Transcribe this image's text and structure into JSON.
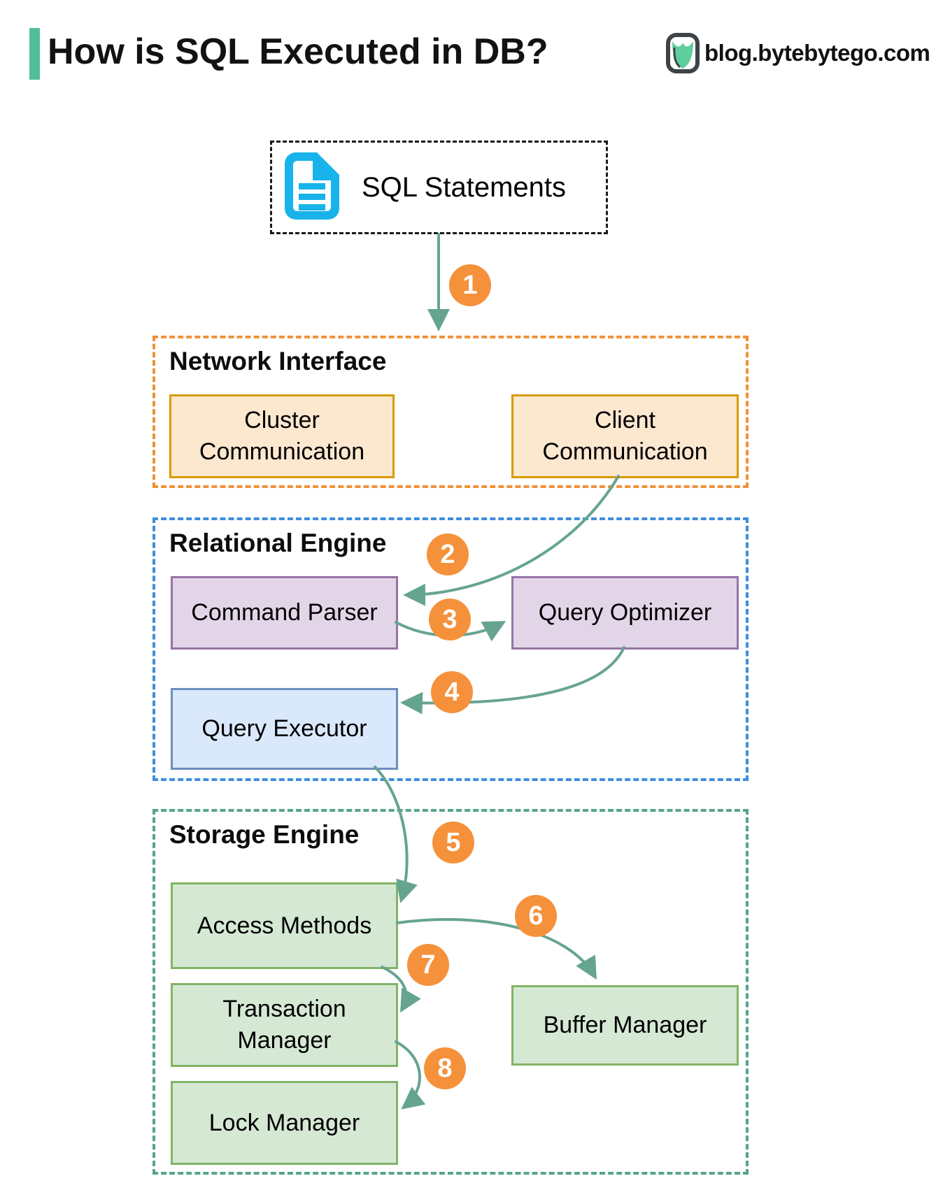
{
  "header": {
    "title": "How is SQL Executed in DB?",
    "brand": "blog.bytebytego.com"
  },
  "source_box": {
    "label": "SQL Statements",
    "icon": "sql-document-icon"
  },
  "groups": [
    {
      "label": "Network Interface",
      "border_color": "#F0923B",
      "boxes": [
        {
          "label": "Cluster\nCommunication",
          "fill": "#FCE7CF",
          "stroke": "#D79B00"
        },
        {
          "label": "Client\nCommunication",
          "fill": "#FCE7CF",
          "stroke": "#D79B00"
        }
      ]
    },
    {
      "label": "Relational Engine",
      "border_color": "#3E8EDE",
      "boxes": [
        {
          "label": "Command Parser",
          "fill": "#E3D5E8",
          "stroke": "#9673A6"
        },
        {
          "label": "Query Optimizer",
          "fill": "#E3D5E8",
          "stroke": "#9673A6"
        },
        {
          "label": "Query Executor",
          "fill": "#DAE8FC",
          "stroke": "#6C8EBF"
        }
      ]
    },
    {
      "label": "Storage Engine",
      "border_color": "#54A48E",
      "boxes": [
        {
          "label": "Access Methods",
          "fill": "#D5E8D4",
          "stroke": "#82B366"
        },
        {
          "label": "Transaction\nManager",
          "fill": "#D5E8D4",
          "stroke": "#82B366"
        },
        {
          "label": "Lock Manager",
          "fill": "#D5E8D4",
          "stroke": "#82B366"
        },
        {
          "label": "Buffer Manager",
          "fill": "#D5E8D4",
          "stroke": "#82B366"
        }
      ]
    },
    {
      "label": "",
      "border_color": "",
      "boxes": []
    }
  ],
  "steps": [
    "1",
    "2",
    "3",
    "4",
    "5",
    "6",
    "7",
    "8"
  ],
  "flows": [
    {
      "step": "1",
      "from": "SQL Statements",
      "to": "Network Interface"
    },
    {
      "step": "2",
      "from": "Client Communication",
      "to": "Command Parser"
    },
    {
      "step": "3",
      "from": "Command Parser",
      "to": "Query Optimizer"
    },
    {
      "step": "4",
      "from": "Query Optimizer",
      "to": "Query Executor"
    },
    {
      "step": "5",
      "from": "Query Executor",
      "to": "Access Methods"
    },
    {
      "step": "6",
      "from": "Access Methods",
      "to": "Buffer Manager"
    },
    {
      "step": "7",
      "from": "Access Methods",
      "to": "Transaction Manager"
    },
    {
      "step": "8",
      "from": "Transaction Manager",
      "to": "Lock Manager"
    }
  ],
  "colors": {
    "accent-green": "#50BE96",
    "orange-dash": "#F0923B",
    "blue-dash": "#3E8EDE",
    "teal-dash": "#54A48E",
    "orange-fill": "#FCE7CF",
    "orange-stroke": "#D79B00",
    "purple-fill": "#E3D5E8",
    "purple-stroke": "#9673A6",
    "blue-fill": "#DAE8FC",
    "blue-stroke": "#6C8EBF",
    "green-fill": "#D5E8D4",
    "green-stroke": "#82B366",
    "arrow": "#66A492",
    "badge": "#F5913B",
    "doc-icon": "#18B3EA",
    "logo-gray": "#3D4347",
    "logo-teal": "#5FCE9E"
  }
}
